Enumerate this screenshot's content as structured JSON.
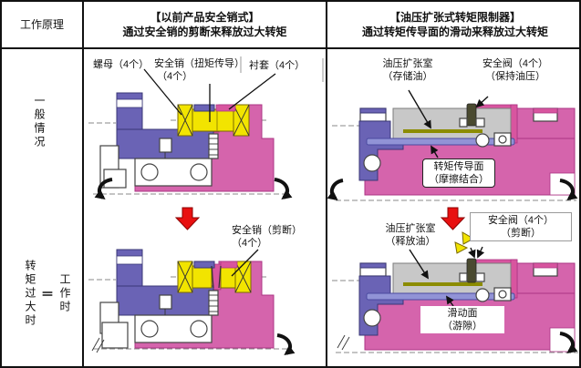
{
  "header": {
    "col1": "工作原理",
    "col2_line1": "【以前产品安全销式】",
    "col2_line2": "通过安全销的剪断来释放过大转矩",
    "col3_line1": "【油压扩张式转矩限制器】",
    "col3_line2": "通过转矩传导面的滑动来释放过大转矩"
  },
  "left_column": {
    "normal_case": "一般情况",
    "overload_case": "转矩过大时",
    "equals": "＝",
    "working_case": "工作时"
  },
  "middle_column": {
    "labels": {
      "nut": "螺母（4个）",
      "safety_pin_transmission": "安全销（扭矩传导）\n （4个）",
      "bushing": "衬套（4个）",
      "safety_pin_sheared": "安全销（剪断）\n（4个）"
    }
  },
  "right_column": {
    "labels": {
      "chamber_store": "油压扩张室\n（存储油）",
      "valve_keep": "安全阀（4个）\n（保持油压）",
      "torque_surface": "转矩传导面\n（摩擦结合）",
      "chamber_release": "油压扩张室\n（释放油）",
      "valve_sheared": "安全阀（4个）\n（剪断）",
      "sliding_surface": "滑动面\n（游隙）"
    }
  },
  "colors": {
    "purple_flange": "#6A63B5",
    "pink_hub": "#D564AC",
    "yellow_pin": "#F2E400",
    "gray_chamber": "#C8C8C8",
    "torque_band_blue": "#9193D6",
    "oil_olive": "#8C8C00",
    "red_arrow": "#E81010",
    "table_border": "#111111"
  }
}
